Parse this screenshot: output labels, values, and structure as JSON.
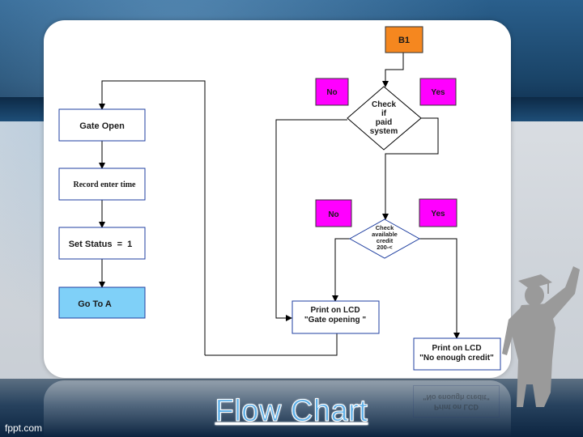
{
  "title": "Flow Chart",
  "footer": "fppt.com",
  "colors": {
    "start_node": "#f5871f",
    "label_box": "#ff00ff",
    "goto_box": "#7fd0f8",
    "box_border": "#1f3fa0"
  },
  "left_column": {
    "gate_open": "Gate Open",
    "record_enter_time": "Record enter time",
    "set_status": "Set Status  =  1",
    "go_to_a": "Go To A"
  },
  "right_column": {
    "start": "B1",
    "no_1": "No",
    "yes_1": "Yes",
    "decision_1": [
      "Check",
      "if",
      "paid",
      "system"
    ],
    "no_2": "No",
    "yes_2": "Yes",
    "decision_2": [
      "Check",
      "available",
      "credit",
      "200-<"
    ],
    "print_gate": [
      "Print on LCD",
      "\"Gate opening \""
    ],
    "print_credit": [
      "Print on LCD",
      "\"No enough credit\""
    ]
  },
  "reflection_text": [
    "Print on LCD",
    "\"No enough credit\""
  ]
}
